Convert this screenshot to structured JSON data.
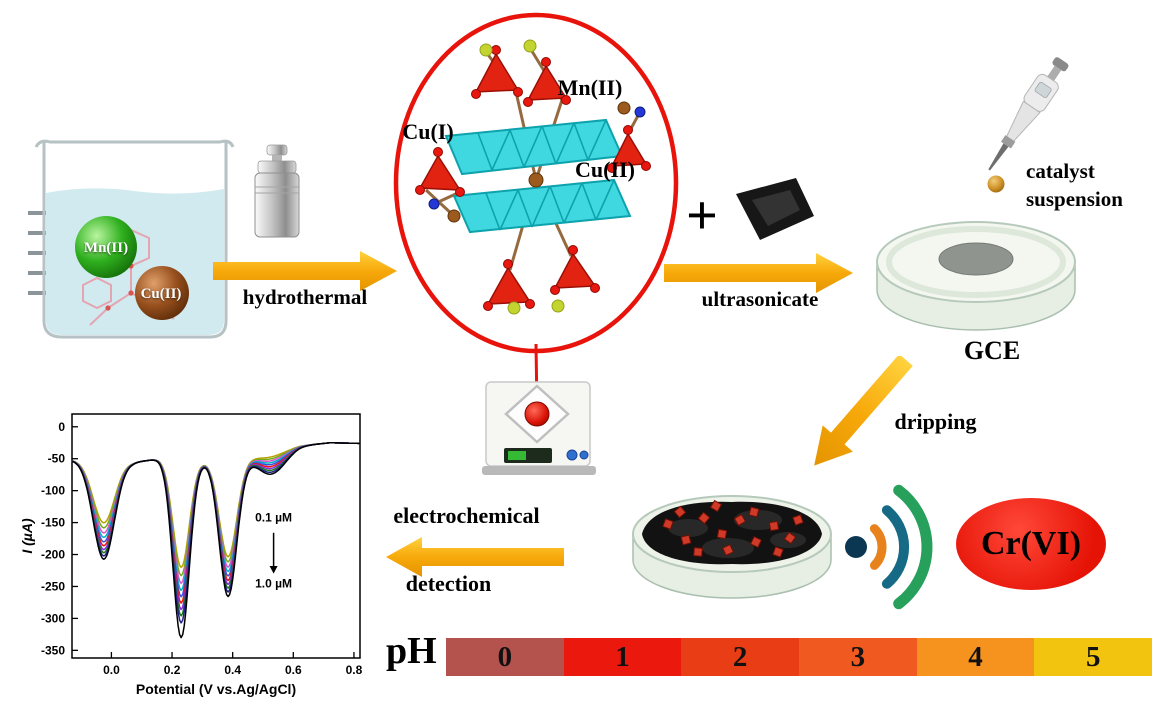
{
  "beaker": {
    "mn_label": "Mn(II)",
    "cu_label": "Cu(II)"
  },
  "step_hydrothermal": {
    "label": "hydrothermal"
  },
  "structure": {
    "mn_label": "Mn(II)",
    "cu1_label": "Cu(I)",
    "cu2_label": "Cu(II)"
  },
  "combine": {
    "plus": "+",
    "label": "ultrasonicate"
  },
  "pipette": {
    "caption_line1": "catalyst",
    "caption_line2": "suspension"
  },
  "electrode": {
    "label": "GCE"
  },
  "dripping": {
    "label": "dripping"
  },
  "detection": {
    "line1": "electrochemical",
    "line2": "detection",
    "analyte": "Cr(VI)"
  },
  "ph_scale": {
    "label": "pH",
    "segments": [
      {
        "value": "0",
        "color": "#b4524e"
      },
      {
        "value": "1",
        "color": "#ea180d"
      },
      {
        "value": "2",
        "color": "#e93d15"
      },
      {
        "value": "3",
        "color": "#f0591f"
      },
      {
        "value": "4",
        "color": "#f6921e"
      },
      {
        "value": "5",
        "color": "#f2c410"
      }
    ]
  },
  "chart_data": {
    "type": "line",
    "title": "",
    "xlabel": "Potential (V vs.Ag/AgCl)",
    "ylabel": "I (µA)",
    "xlim": [
      -0.13,
      0.82
    ],
    "ylim": [
      -362,
      20
    ],
    "xticks": [
      "0.0",
      "0.2",
      "0.4",
      "0.6",
      "0.8"
    ],
    "xtick_values": [
      0.0,
      0.2,
      0.4,
      0.6,
      0.8
    ],
    "yticks": [
      0,
      -50,
      -100,
      -150,
      -200,
      -250,
      -300,
      -350
    ],
    "grid": false,
    "legend": "none",
    "annotation": {
      "from": "0.1 µM",
      "to": "1.0 µM"
    },
    "peak_potentials_V": [
      -0.025,
      0.23,
      0.385,
      0.53
    ],
    "baseline": [
      [
        -0.13,
        -52
      ],
      [
        -0.06,
        -55
      ],
      [
        0.07,
        -56
      ],
      [
        0.16,
        -50
      ],
      [
        0.3,
        -54
      ],
      [
        0.44,
        -50
      ],
      [
        0.52,
        -42
      ],
      [
        0.62,
        -30
      ],
      [
        0.72,
        -25
      ],
      [
        0.82,
        -26
      ]
    ],
    "peaks": [
      {
        "center": -0.025,
        "sigma": 0.035
      },
      {
        "center": 0.23,
        "sigma": 0.027
      },
      {
        "center": 0.385,
        "sigma": 0.029
      },
      {
        "center": 0.53,
        "sigma": 0.045
      }
    ],
    "series": [
      {
        "name": "0.1 µM",
        "color": "#b8a000",
        "depths": [
          95,
          168,
          152,
          6
        ]
      },
      {
        "name": "0.2 µM",
        "color": "#6fae1f",
        "depths": [
          103,
          181,
          160,
          9
        ]
      },
      {
        "name": "0.3 µM",
        "color": "#e052c8",
        "depths": [
          111,
          193,
          168,
          12
        ]
      },
      {
        "name": "0.4 µM",
        "color": "#00b0c8",
        "depths": [
          118,
          204,
          175,
          15
        ]
      },
      {
        "name": "0.5 µM",
        "color": "#3c50e0",
        "depths": [
          125,
          214,
          182,
          18
        ]
      },
      {
        "name": "0.6 µM",
        "color": "#e8170f",
        "depths": [
          131,
          224,
          189,
          21
        ]
      },
      {
        "name": "0.7 µM",
        "color": "#8a2be2",
        "depths": [
          137,
          234,
          195,
          24
        ]
      },
      {
        "name": "0.8 µM",
        "color": "#1c7a1c",
        "depths": [
          142,
          244,
          201,
          27
        ]
      },
      {
        "name": "0.9 µM",
        "color": "#20208a",
        "depths": [
          147,
          255,
          207,
          30
        ]
      },
      {
        "name": "1.0 µM",
        "color": "#000000",
        "depths": [
          152,
          278,
          214,
          33
        ]
      }
    ]
  }
}
